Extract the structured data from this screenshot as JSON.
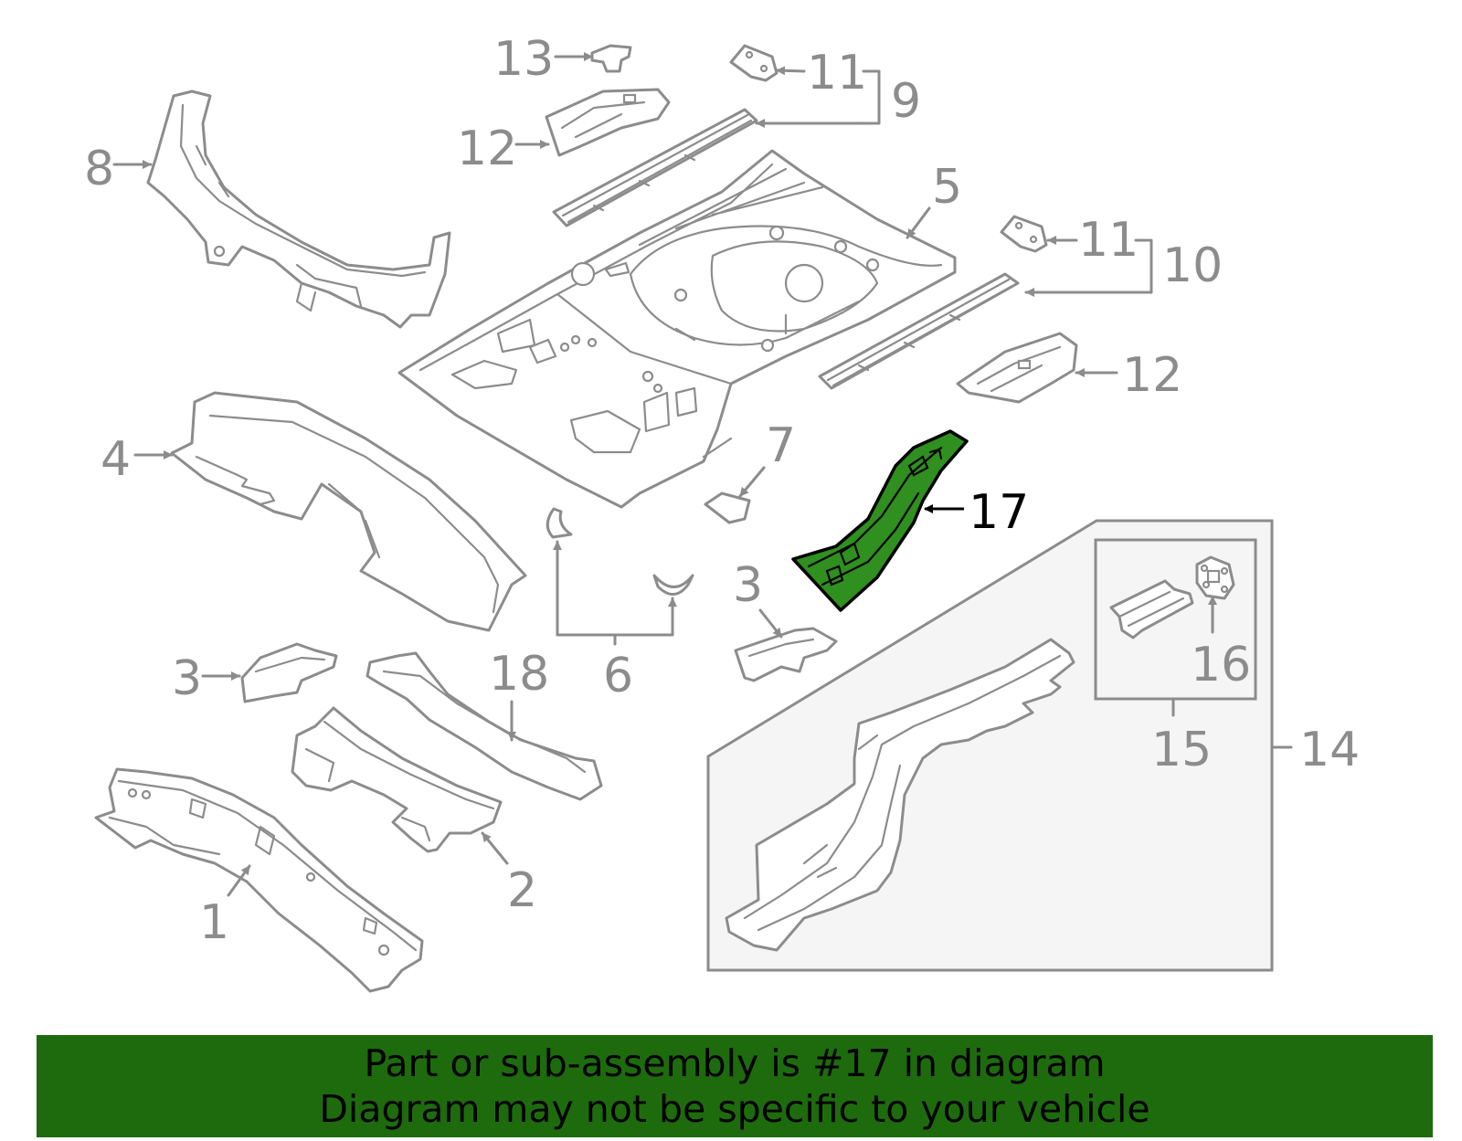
{
  "diagram": {
    "highlighted_part": "17",
    "colors": {
      "highlight": "#2f8f1f",
      "line": "#8c8c8c",
      "footer_bg": "#1e6b0e"
    },
    "callouts": {
      "c1": "1",
      "c2": "2",
      "c3a": "3",
      "c3b": "3",
      "c4": "4",
      "c5": "5",
      "c6": "6",
      "c7": "7",
      "c8": "8",
      "c9": "9",
      "c10": "10",
      "c11a": "11",
      "c11b": "11",
      "c12a": "12",
      "c12b": "12",
      "c13": "13",
      "c14": "14",
      "c15": "15",
      "c16": "16",
      "c17": "17",
      "c18": "18"
    }
  },
  "footer": {
    "line1": "Part or sub-assembly is #17 in diagram",
    "line2": "Diagram may not be specific to your vehicle"
  }
}
